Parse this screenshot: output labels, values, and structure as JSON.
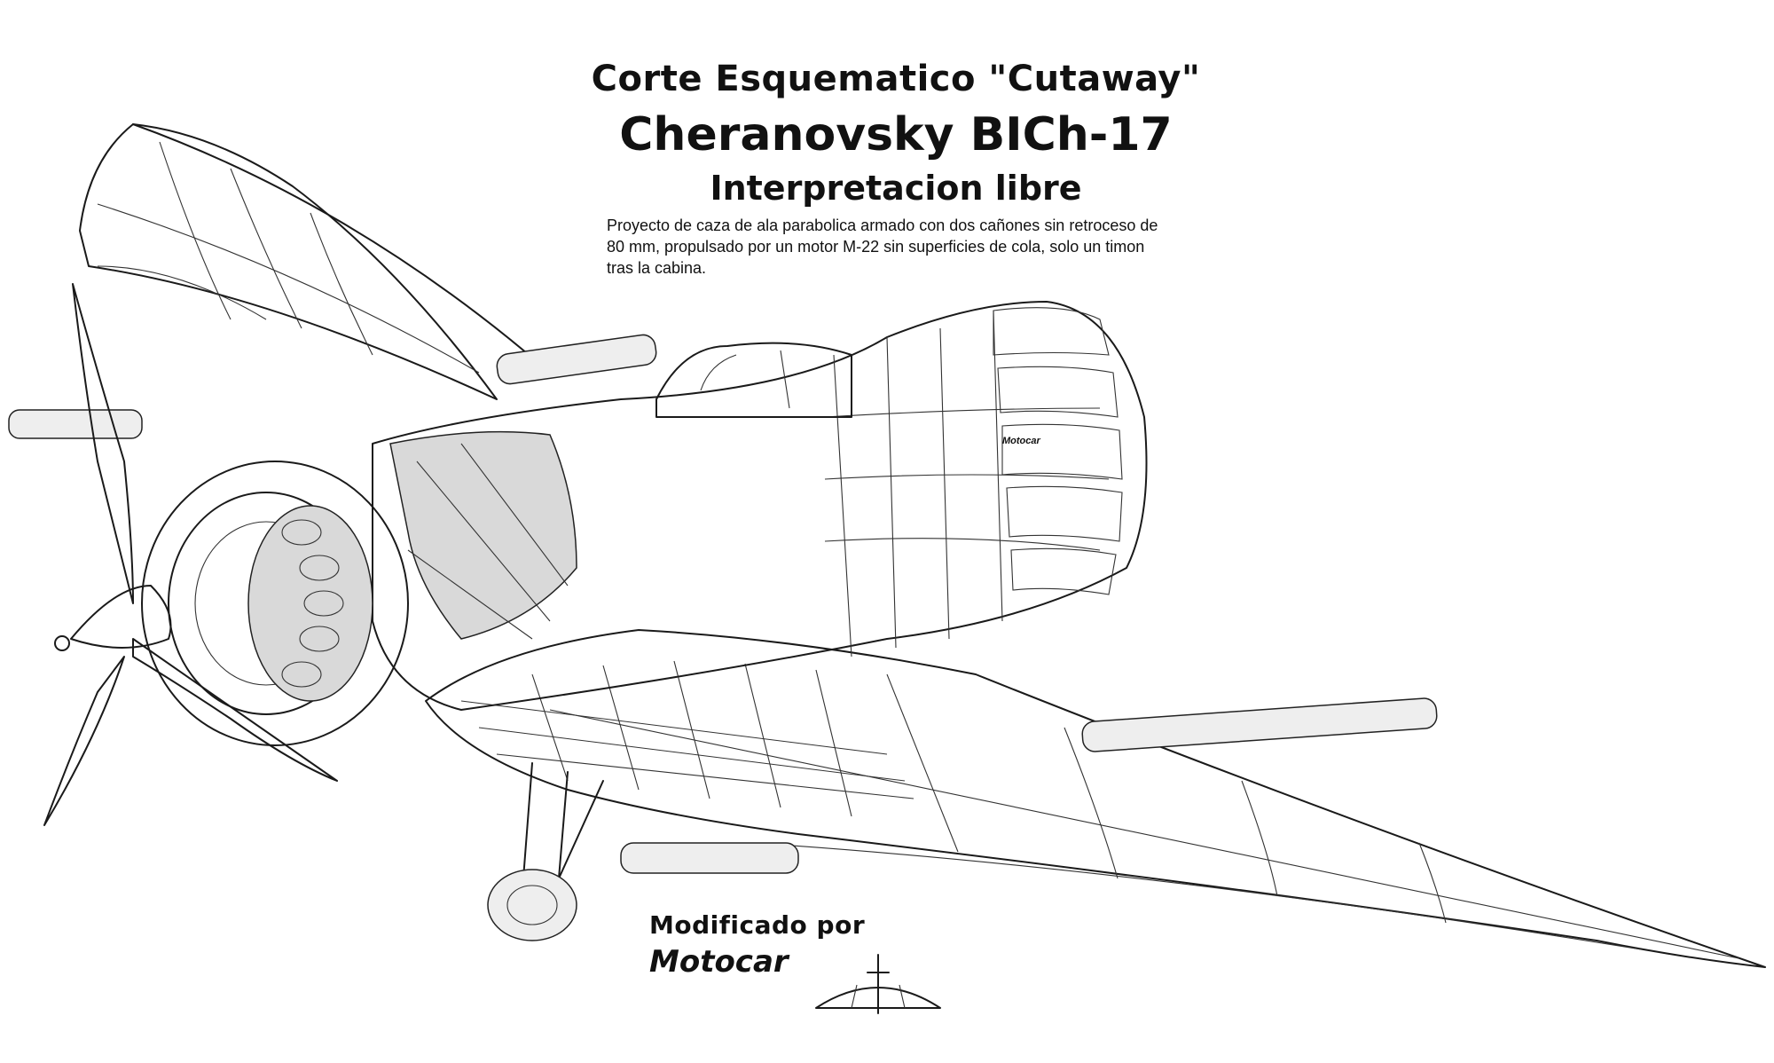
{
  "title_line1": "Corte Esquematico \"Cutaway\"",
  "title_line2": "Cheranovsky BICh-17",
  "title_line3": "Interpretacion libre",
  "description_lines": [
    "Proyecto de caza de ala parabolica armado con dos cañones sin retroceso de",
    "80 mm, propulsado por un motor M-22 sin superficies de cola, solo un timon",
    "tras la cabina."
  ],
  "modified_by_label": "Modificado por",
  "author": "Motocar",
  "panel_label": "Motocar",
  "colors": {
    "ink": "#111111",
    "background": "#ffffff",
    "shade": "#d9d9d9"
  }
}
